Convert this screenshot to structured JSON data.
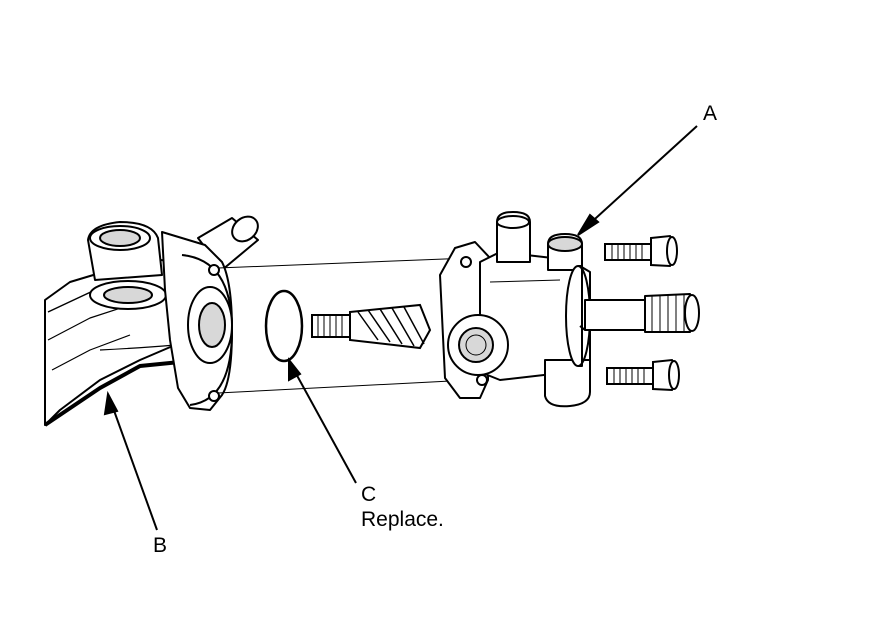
{
  "callouts": {
    "a": "A",
    "b": "B",
    "c": "C",
    "c_note": "Replace."
  },
  "parts": [
    {
      "callout": "A",
      "icon": "valve-body-housing-icon"
    },
    {
      "callout": "B",
      "icon": "steering-gear-housing-icon"
    },
    {
      "callout": "C",
      "icon": "o-ring-icon"
    }
  ],
  "colors": {
    "ink": "#000000",
    "fill": "#ffffff",
    "tone": "#d8d8d8"
  }
}
